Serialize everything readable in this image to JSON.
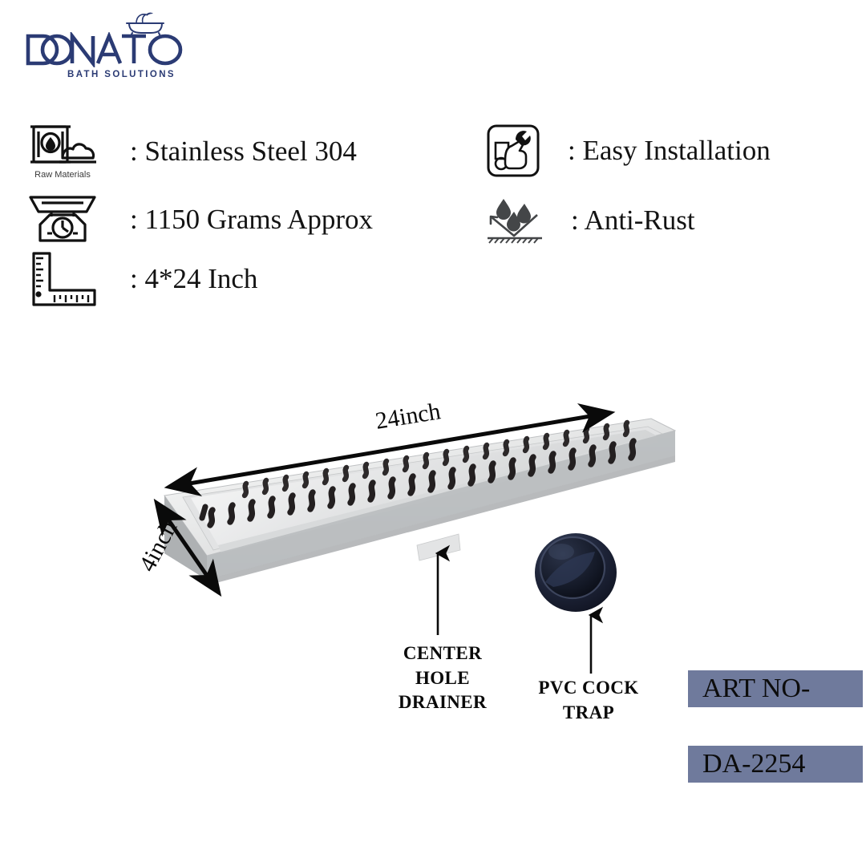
{
  "brand": {
    "name": "DONATO",
    "tagline": "BATH SOLUTIONS",
    "logo_icon": "bathtub-icon",
    "color": "#2b3b74"
  },
  "specs": [
    {
      "id": "material",
      "icon": "raw-materials-icon",
      "icon_caption": "Raw Materials",
      "text": ": Stainless Steel 304"
    },
    {
      "id": "weight",
      "icon": "weighing-scale-icon",
      "icon_caption": "",
      "text": ": 1150 Grams Approx"
    },
    {
      "id": "size",
      "icon": "ruler-square-icon",
      "icon_caption": "",
      "text": ": 4*24 Inch"
    },
    {
      "id": "installation",
      "icon": "hand-wrench-icon",
      "icon_caption": "",
      "text": ": Easy Installation"
    },
    {
      "id": "antirust",
      "icon": "water-repellent-icon",
      "icon_caption": "",
      "text": ": Anti-Rust"
    }
  ],
  "product": {
    "name": "linear-shower-drain",
    "dimension_length": "24inch",
    "dimension_width": "4inch",
    "slot_count": 22,
    "colors": {
      "steel_light": "#f3f4f4",
      "steel_mid": "#d7d9da",
      "steel_dark": "#b3b6b8",
      "slot": "#231f20",
      "trap_dark": "#16192a",
      "trap_mid": "#27304a"
    }
  },
  "callouts": [
    {
      "id": "center-hole-drainer",
      "lines": [
        "CENTER",
        "HOLE",
        "DRAINER"
      ]
    },
    {
      "id": "pvc-cock-trap",
      "lines": [
        "PVC COCK",
        "TRAP"
      ]
    }
  ],
  "art_number": {
    "label": "ART NO-",
    "value": "DA-2254",
    "badge_color": "#6f7a9c"
  }
}
